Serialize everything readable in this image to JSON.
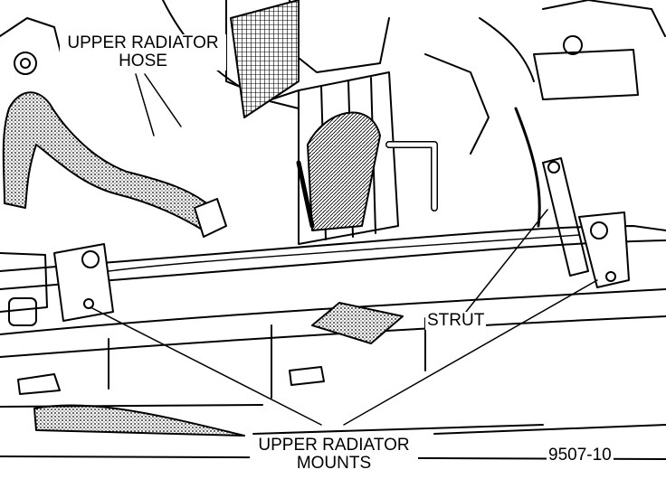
{
  "labels": {
    "hose_line1": "UPPER RADIATOR",
    "hose_line2": "HOSE",
    "strut": "STRUT",
    "mounts_line1": "UPPER RADIATOR",
    "mounts_line2": "MOUNTS",
    "figure_number": "9507-10"
  },
  "colors": {
    "ink": "#000000",
    "paper": "#ffffff"
  }
}
